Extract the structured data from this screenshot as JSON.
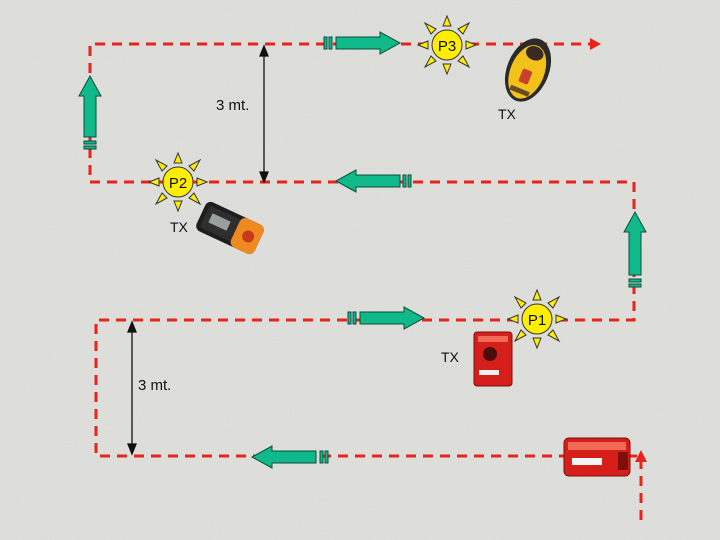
{
  "diagram": {
    "points": [
      {
        "id": "p1",
        "label": "P1"
      },
      {
        "id": "p2",
        "label": "P2"
      },
      {
        "id": "p3",
        "label": "P3"
      }
    ],
    "transmitters": [
      {
        "id": "tx1",
        "label": "TX"
      },
      {
        "id": "tx2",
        "label": "TX"
      },
      {
        "id": "tx3",
        "label": "TX"
      }
    ],
    "distances": [
      {
        "id": "upper",
        "label": "3 mt."
      },
      {
        "id": "lower",
        "label": "3 mt."
      }
    ]
  },
  "colors": {
    "path": "#e8231b",
    "arrow": "#10b98a",
    "arrow_stroke": "#0b4d3c",
    "sun": "#ffee00",
    "sun_stroke": "#333333",
    "background": "#e2e2df"
  },
  "icons": {
    "sun": "sun-icon",
    "arrow": "direction-arrow-icon",
    "receiver": "receiver-device-icon",
    "transmitter": "transmitter-device-icon"
  }
}
